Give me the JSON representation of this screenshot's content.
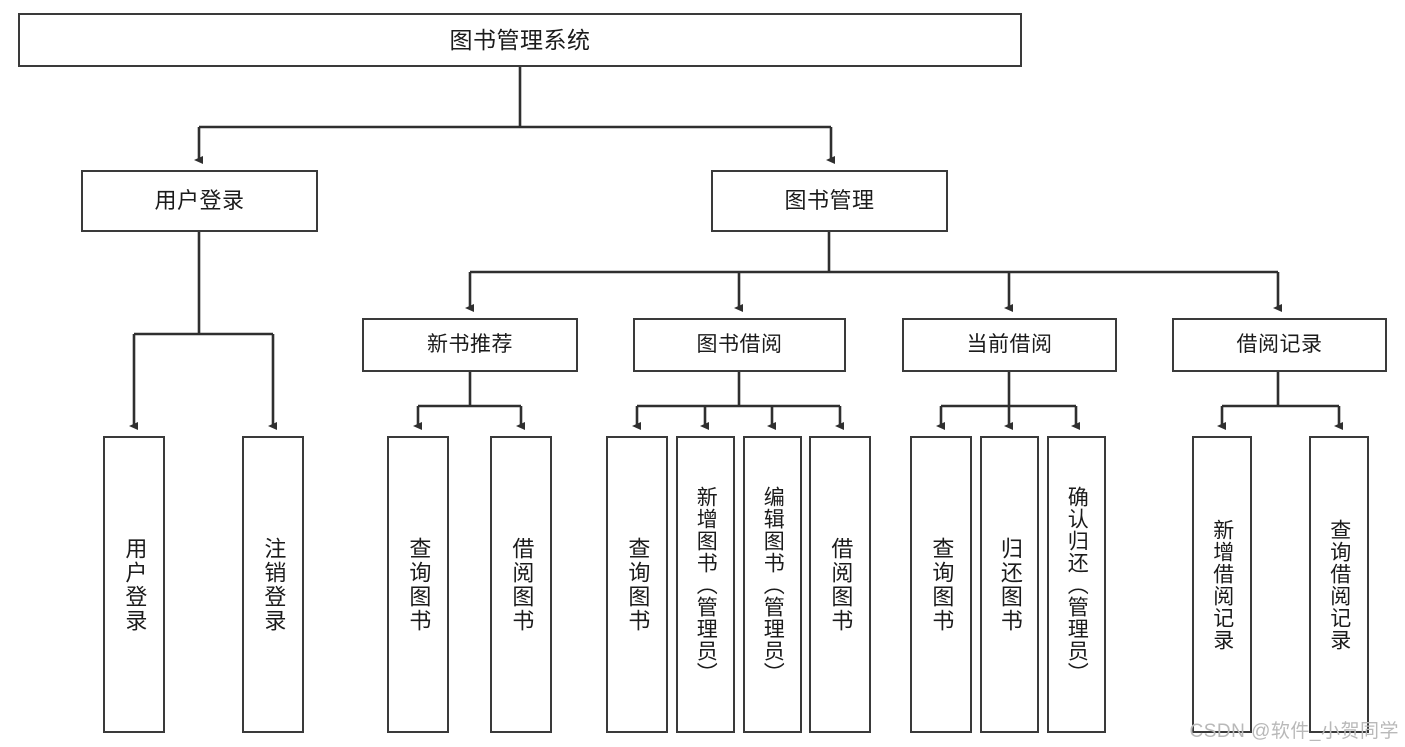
{
  "diagram": {
    "title": "图书管理系统",
    "watermark": "CSDN @软件_小贺同学",
    "root": {
      "label": "图书管理系统"
    },
    "level2": [
      {
        "label": "用户登录"
      },
      {
        "label": "图书管理"
      }
    ],
    "level3": [
      {
        "label": "新书推荐"
      },
      {
        "label": "图书借阅"
      },
      {
        "label": "当前借阅"
      },
      {
        "label": "借阅记录"
      }
    ],
    "leaves": {
      "user_login": [
        {
          "label": "用户登录"
        },
        {
          "label": "注销登录"
        }
      ],
      "new_book_recommend": [
        {
          "label": "查询图书"
        },
        {
          "label": "借阅图书"
        }
      ],
      "book_borrow": [
        {
          "label": "查询图书"
        },
        {
          "label": "新增图书（管理员）"
        },
        {
          "label": "编辑图书（管理员）"
        },
        {
          "label": "借阅图书"
        }
      ],
      "current_borrow": [
        {
          "label": "查询图书"
        },
        {
          "label": "归还图书"
        },
        {
          "label": "确认归还（管理员）"
        }
      ],
      "borrow_record": [
        {
          "label": "新增借阅记录"
        },
        {
          "label": "查询借阅记录"
        }
      ]
    },
    "colors": {
      "stroke": "#3a3a3a",
      "fill": "#ffffff",
      "text": "#1b1b1b",
      "watermark": "#b9b9b9"
    }
  }
}
